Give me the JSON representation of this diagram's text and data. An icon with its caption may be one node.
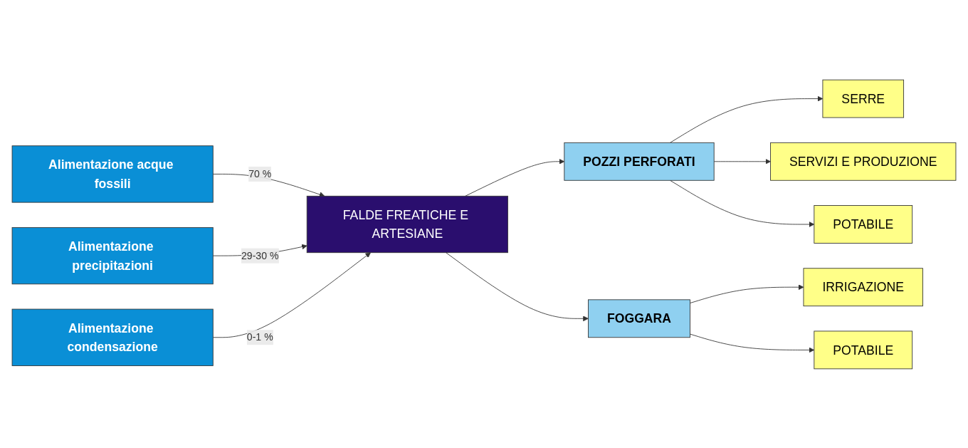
{
  "diagram": {
    "nodes": [
      {
        "text": [
          "Alimentazione acque fossili"
        ]
      },
      {
        "text": [
          "Alimentazione precipitazioni"
        ]
      },
      {
        "text": [
          "Alimentazione condensazione"
        ]
      },
      {
        "text": [
          "FALDE FREATICHE E ARTESIANE"
        ]
      },
      {
        "text": [
          "POZZI PERFORATI"
        ]
      },
      {
        "text": [
          "FOGGARA"
        ]
      },
      {
        "text": [
          "SERRE"
        ]
      },
      {
        "text": [
          "SERVIZI E PRODUZIONE"
        ]
      },
      {
        "text": [
          "POTABILE"
        ]
      },
      {
        "text": [
          "IRRIGAZIONE"
        ]
      },
      {
        "text": [
          "POTABILE"
        ]
      }
    ],
    "edges": [
      {
        "from": 0,
        "to": 3,
        "arrow": "to",
        "label": "70 %"
      },
      {
        "from": 1,
        "to": 3,
        "arrow": "to",
        "label": "29-30 %"
      },
      {
        "from": 2,
        "to": 3,
        "arrow": "to",
        "label": "0-1 %"
      },
      {
        "from": 3,
        "to": 4,
        "arrow": "to"
      },
      {
        "from": 3,
        "to": 5,
        "arrow": "to"
      },
      {
        "from": 4,
        "to": 6,
        "arrow": "to"
      },
      {
        "from": 4,
        "to": 7,
        "arrow": "to"
      },
      {
        "from": 4,
        "to": 8,
        "arrow": "to"
      },
      {
        "from": 5,
        "to": 9,
        "arrow": "to"
      },
      {
        "from": 5,
        "to": 10,
        "arrow": "to"
      }
    ]
  }
}
